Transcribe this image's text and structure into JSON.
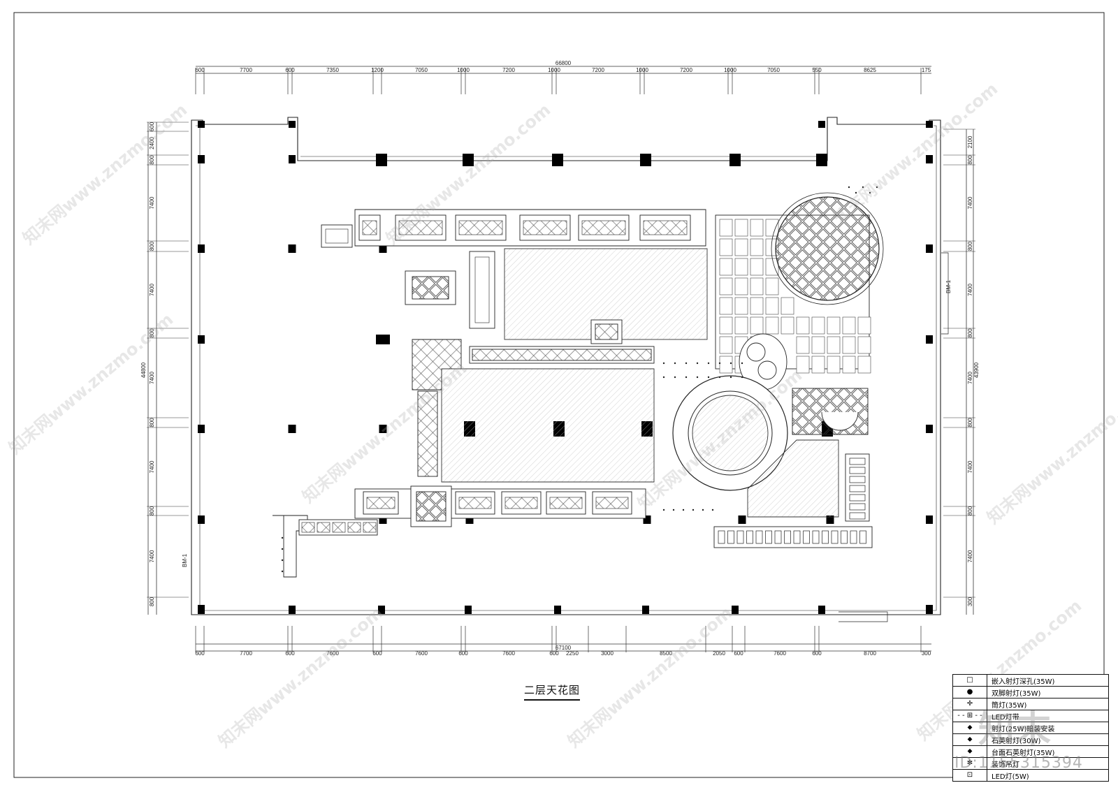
{
  "title": "二层天花图",
  "dimensions": {
    "top_total": "66800",
    "top": [
      "600",
      "7700",
      "600",
      "7350",
      "1200",
      "7050",
      "1000",
      "7200",
      "1000",
      "7200",
      "1000",
      "7200",
      "1000",
      "7050",
      "550",
      "8625",
      "175"
    ],
    "bottom_total": "67100",
    "bottom": [
      "600",
      "7700",
      "600",
      "7600",
      "600",
      "7600",
      "600",
      "7600",
      "600",
      "2250",
      "3000",
      "8500",
      "2050",
      "600",
      "7600",
      "600",
      "8700",
      "300"
    ],
    "left_total": "44800",
    "left": [
      "600",
      "2400",
      "800",
      "7400",
      "800",
      "7400",
      "800",
      "7400",
      "800",
      "7400",
      "800",
      "7400",
      "800"
    ],
    "right_total": "43900",
    "right": [
      "2100",
      "800",
      "7400",
      "800",
      "7400",
      "800",
      "7400",
      "800",
      "7400",
      "800",
      "7400",
      "300"
    ]
  },
  "legend": [
    {
      "icon": "square-lamp-icon",
      "label": "嵌入射灯深孔(35W)"
    },
    {
      "icon": "dot-lamp-icon",
      "label": "双脚射灯(35W)"
    },
    {
      "icon": "cross-lamp-icon",
      "label": "筒灯(35W)"
    },
    {
      "icon": "led-strip-icon",
      "label": "LED灯带"
    },
    {
      "icon": "spot-icon",
      "label": "射灯(25W)暗装安装"
    },
    {
      "icon": "spot-icon",
      "label": "石英射灯(30W)"
    },
    {
      "icon": "spot-icon",
      "label": "台面石英射灯(35W)"
    },
    {
      "icon": "star-lamp-icon",
      "label": "装饰吊灯"
    },
    {
      "icon": "led-box-icon",
      "label": "LED灯(5W)"
    }
  ],
  "watermark": {
    "site": "知末网www.znzmo.com",
    "logo": "知末",
    "id": "ID:1155315394"
  },
  "labels": {
    "elevation_mark": "BM-1"
  }
}
